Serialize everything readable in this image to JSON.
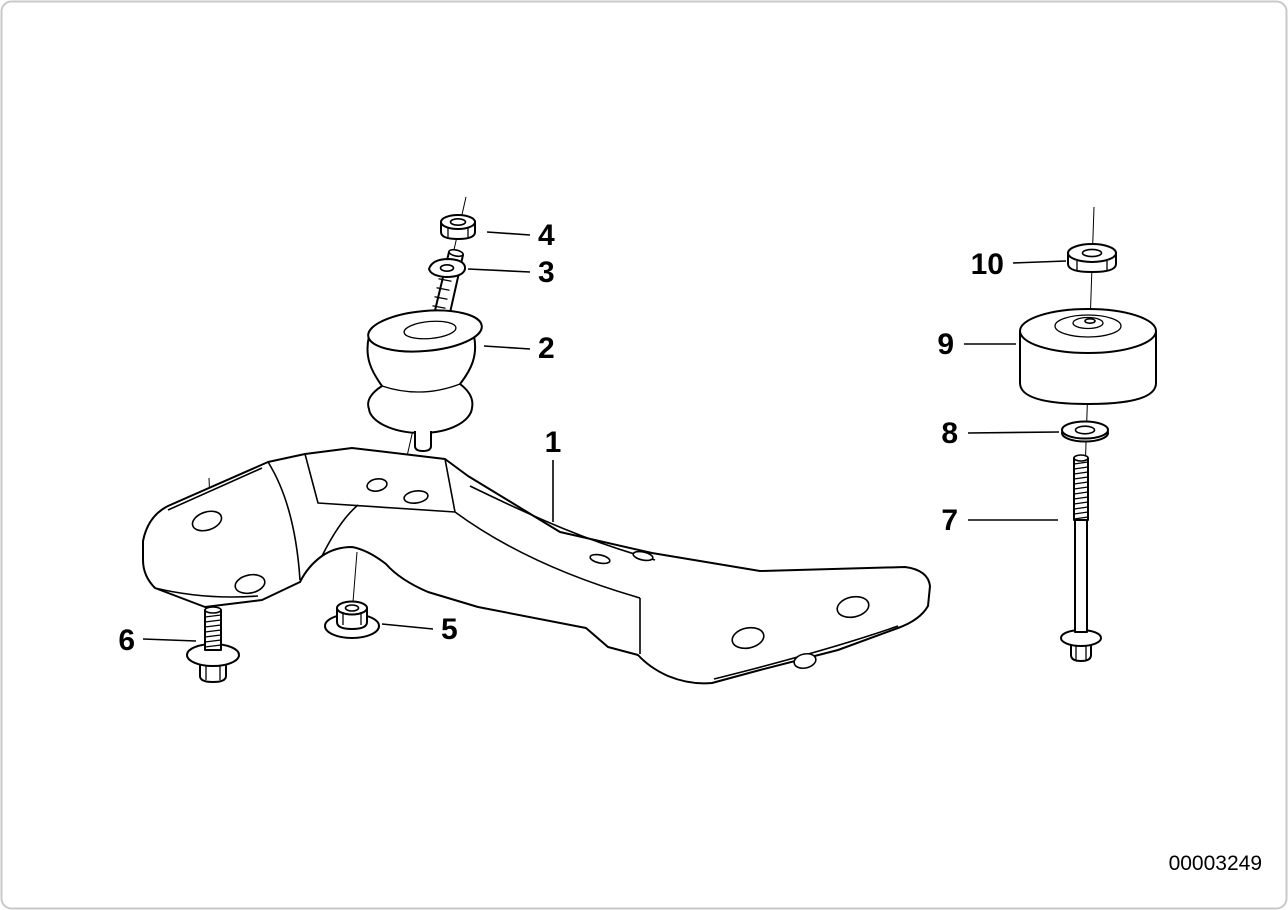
{
  "diagram": {
    "drawing_number": "00003249",
    "callouts": [
      {
        "label": "1"
      },
      {
        "label": "2"
      },
      {
        "label": "3"
      },
      {
        "label": "4"
      },
      {
        "label": "5"
      },
      {
        "label": "6"
      },
      {
        "label": "7"
      },
      {
        "label": "8"
      },
      {
        "label": "9"
      },
      {
        "label": "10"
      }
    ]
  }
}
